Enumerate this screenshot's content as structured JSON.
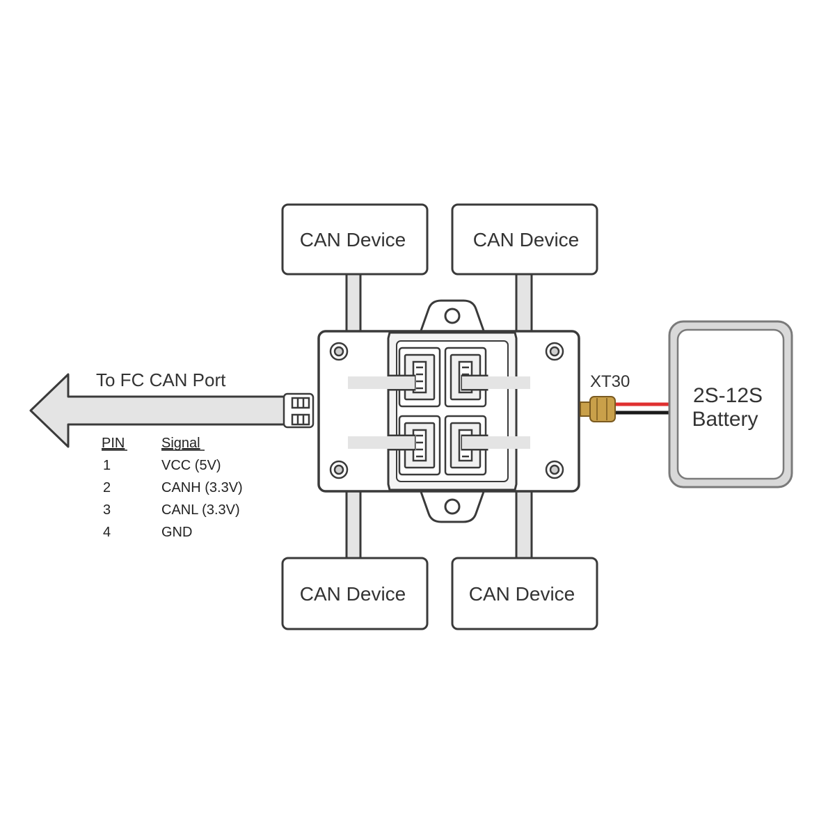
{
  "devices": {
    "top_left": "CAN Device",
    "top_right": "CAN Device",
    "bottom_left": "CAN Device",
    "bottom_right": "CAN Device"
  },
  "fc_label": "To FC CAN Port",
  "xt30_label": "XT30",
  "battery": {
    "line1": "2S-12S",
    "line2": "Battery"
  },
  "pin_table": {
    "header_pin": "PIN",
    "header_signal": "Signal",
    "rows": [
      {
        "pin": "1",
        "signal": "VCC (5V)"
      },
      {
        "pin": "2",
        "signal": "CANH (3.3V)"
      },
      {
        "pin": "3",
        "signal": "CANL (3.3V)"
      },
      {
        "pin": "4",
        "signal": "GND"
      }
    ]
  },
  "colors": {
    "stroke": "#3a3a3a",
    "cable_fill": "#e4e4e4",
    "wire_red": "#e03030",
    "wire_black": "#1a1a1a",
    "connector_gold": "#c9a04a"
  }
}
